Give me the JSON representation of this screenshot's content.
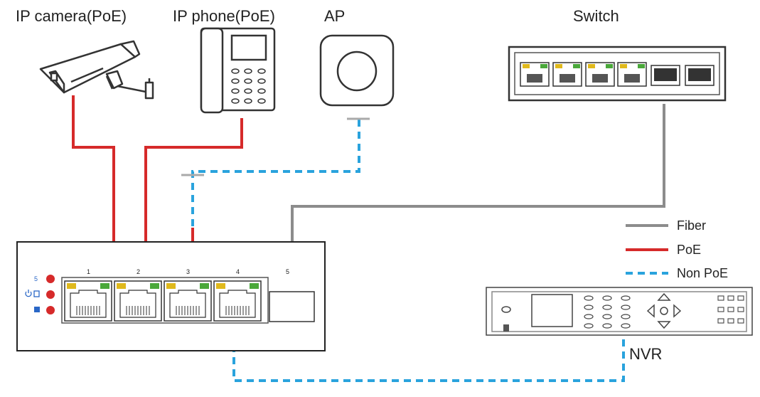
{
  "devices": {
    "camera": {
      "label": "IP camera(PoE)",
      "icon": "ip-camera-icon"
    },
    "phone": {
      "label": "IP phone(PoE)",
      "icon": "ip-phone-icon"
    },
    "ap": {
      "label": "AP",
      "icon": "access-point-icon"
    },
    "switch": {
      "label": "Switch",
      "icon": "switch-icon"
    },
    "nvr": {
      "label": "NVR",
      "icon": "nvr-icon"
    }
  },
  "main_switch": {
    "ports": [
      "1",
      "2",
      "3",
      "4",
      "5"
    ],
    "indicators": [
      "5"
    ]
  },
  "legend": [
    {
      "key": "fiber",
      "label": "Fiber",
      "color": "#8c8c8c",
      "style": "solid"
    },
    {
      "key": "poe",
      "label": "PoE",
      "color": "#d62a2a",
      "style": "solid"
    },
    {
      "key": "nonpoe",
      "label": "Non PoE",
      "color": "#2aa3dd",
      "style": "dashed"
    }
  ]
}
